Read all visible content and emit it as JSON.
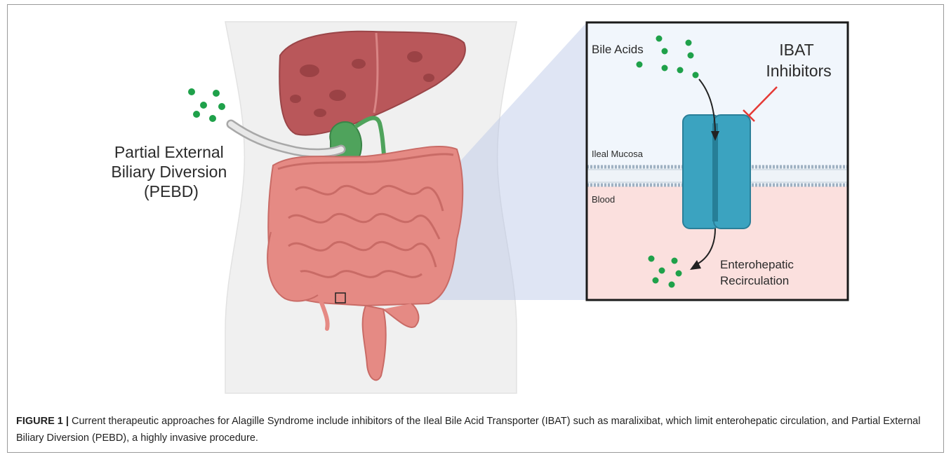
{
  "figure": {
    "pebd_label_lines": [
      "Partial External",
      "Biliary Diversion",
      "(PEBD)"
    ],
    "inset": {
      "bile_acids_label": "Bile Acids",
      "ibat_label_lines": [
        "IBAT",
        "Inhibitors"
      ],
      "mucosa_label": "Ileal Mucosa",
      "blood_label": "Blood",
      "recirculation_label_lines": [
        "Enterohepatic",
        "Recirculation"
      ]
    },
    "colors": {
      "liver": "#b9575a",
      "gallbladder": "#4fa35c",
      "intestine": "#e58a84",
      "transporter": "#3ba3c0",
      "bile_dot": "#1fa14a",
      "inhibitor_arrow": "#e53935",
      "lumen_bg": "#f1f6fc",
      "blood_bg": "#fbe0de"
    }
  },
  "caption": {
    "label": "FIGURE 1 |",
    "text": "Current therapeutic approaches for Alagille Syndrome include inhibitors of the Ileal Bile Acid Transporter (IBAT) such as maralixibat, which limit enterohepatic circulation, and Partial External Biliary Diversion (PEBD), a highly invasive procedure."
  }
}
